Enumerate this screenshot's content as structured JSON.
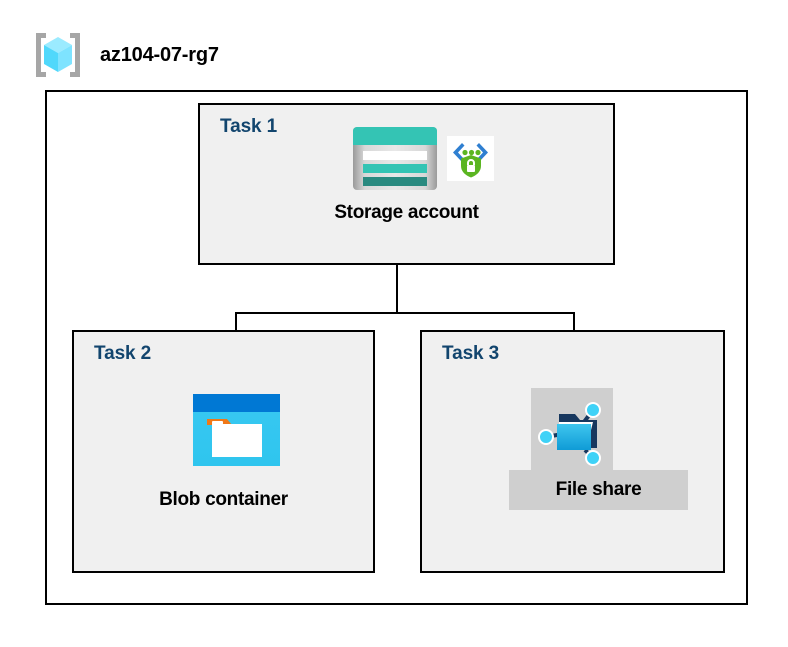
{
  "header": {
    "icon": "resource-group-icon",
    "title": "az104-07-rg7"
  },
  "diagram": {
    "container_name": "az104-07-rg7",
    "tasks": [
      {
        "id": "task1",
        "label": "Task 1",
        "node_caption": "Storage account",
        "icons": [
          "storage-account-icon",
          "secure-endpoint-shield-icon"
        ],
        "highlighted": false
      },
      {
        "id": "task2",
        "label": "Task 2",
        "node_caption": "Blob container",
        "icons": [
          "blob-container-icon"
        ],
        "highlighted": false
      },
      {
        "id": "task3",
        "label": "Task 3",
        "node_caption": "File share",
        "icons": [
          "file-share-icon"
        ],
        "highlighted": true
      }
    ],
    "connections": [
      {
        "from": "task1",
        "to": "task2"
      },
      {
        "from": "task1",
        "to": "task3"
      }
    ]
  },
  "colors": {
    "border": "#000000",
    "task_fill": "#f0f0f0",
    "task_label": "#12456e",
    "caption": "#000000",
    "page_background": "#ffffff",
    "highlight": "#cfcfcf",
    "storage_teal": "#34c4b4",
    "storage_teal_dark": "#2a8a80",
    "blob_blue": "#0078d4",
    "blob_cyan": "#32c8f0",
    "blob_orange": "#f07818",
    "shield_green": "#5bb522",
    "bracket_gray": "#a6a6a6",
    "cube_blue": "#6fe1ff"
  }
}
